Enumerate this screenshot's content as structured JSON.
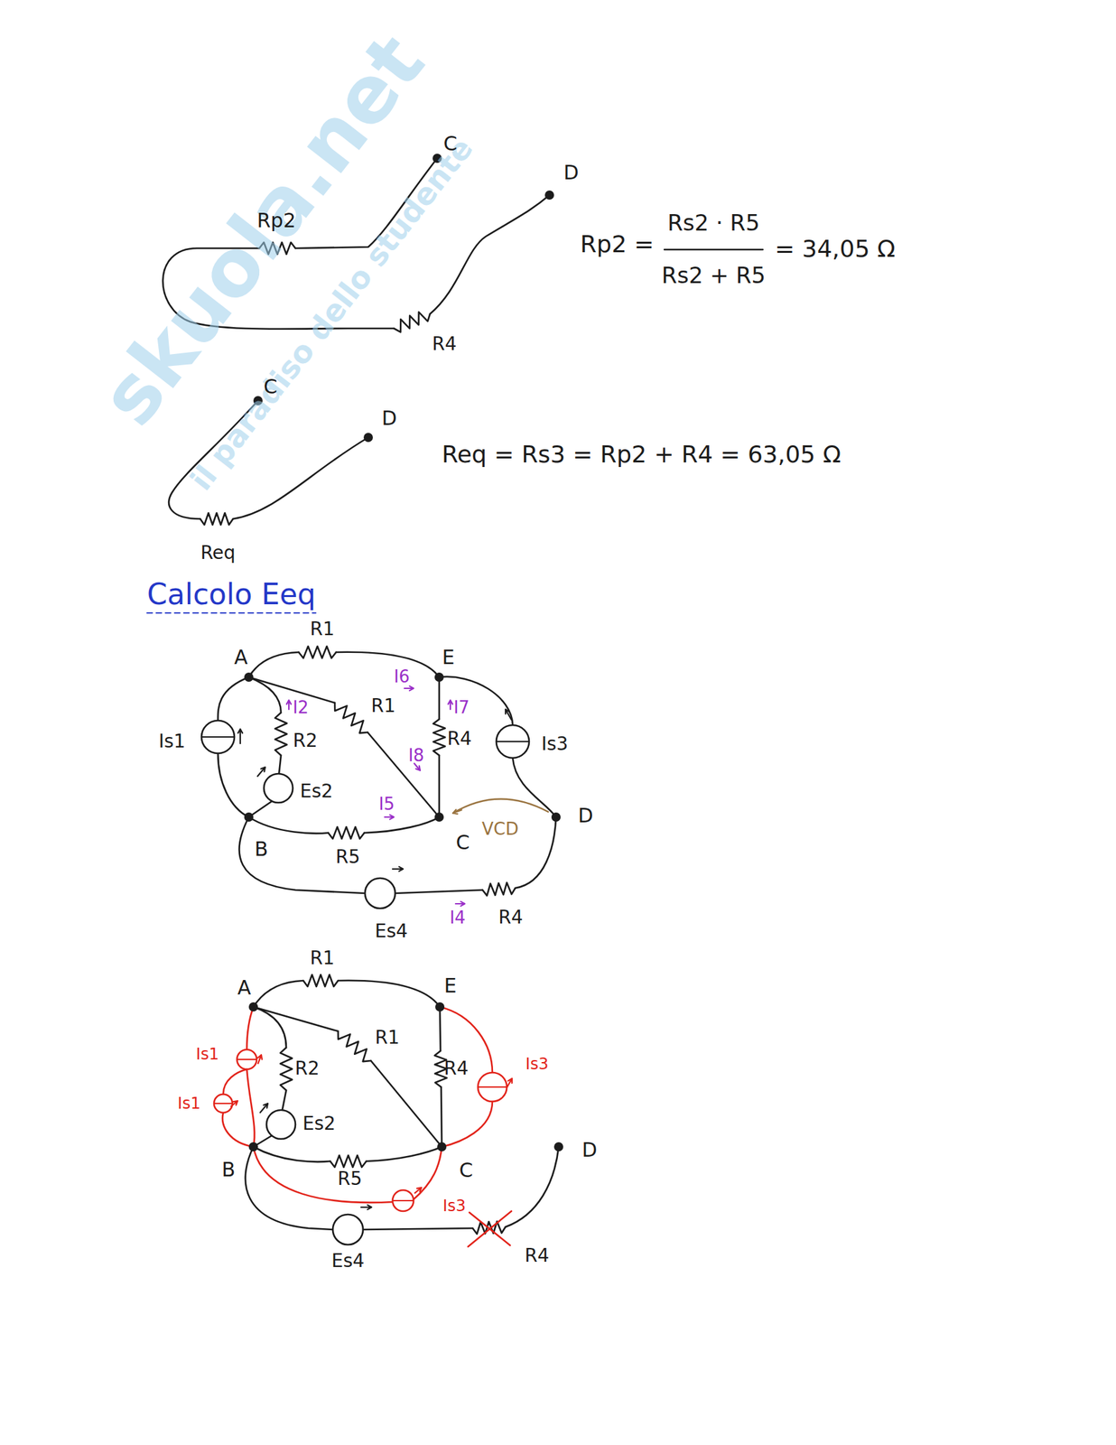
{
  "diagram": {
    "labels": [
      "skuola.net",
      "il paradiso dello studente",
      "C",
      "D",
      "Rp2",
      "R4",
      "Rp2 =",
      "Rs2 · R5",
      "Rs2 + R5",
      "= 34,05 Ω",
      "C",
      "D",
      "Req",
      "Req = Rs3 = Rp2 + R4 = 63,05 Ω",
      "Calcolo Eeq",
      "R1",
      "A",
      "I6",
      "E",
      "I2",
      "R1",
      "I7",
      "R4",
      "Is1",
      "R2",
      "I8",
      "Is3",
      "Es2",
      "I5",
      "D",
      "B",
      "R5",
      "C",
      "VCD",
      "Es4",
      "I4",
      "R4",
      "R1",
      "A",
      "E",
      "R1",
      "R4",
      "Is1",
      "Is3",
      "R2",
      "Is1",
      "Es2",
      "B",
      "R5",
      "C",
      "Is3",
      "D",
      "Es4",
      "R4"
    ]
  }
}
